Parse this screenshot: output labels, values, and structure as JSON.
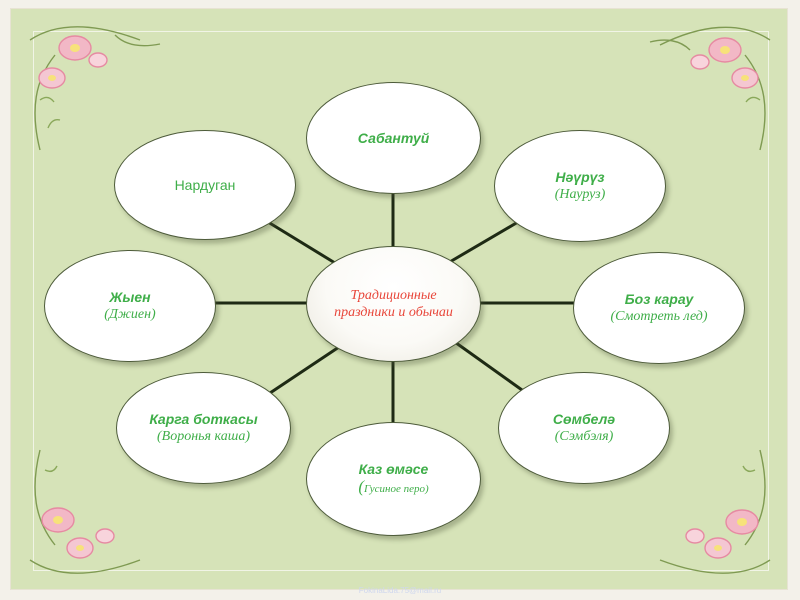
{
  "center": {
    "label": "Традиционные праздники и обычаи"
  },
  "nodes": [
    {
      "key": "sabantuy",
      "label": "Сабантуй",
      "sub": ""
    },
    {
      "key": "nauruz",
      "label": "Нәүрүз",
      "sub": "(Науруз)"
    },
    {
      "key": "boz-karau",
      "label": "Боз карау",
      "sub": "(Смотреть лед)"
    },
    {
      "key": "sombela",
      "label": "Сөмбелә",
      "sub": "(Сэмбэля)"
    },
    {
      "key": "kaz-omase",
      "label": "Каз өмәсе",
      "sub_first": "(",
      "sub_rest": "Гусиное перо)"
    },
    {
      "key": "karga-botkasy",
      "label": "Карга боткасы",
      "sub": "(Воронья каша)"
    },
    {
      "key": "zhyen",
      "label": "Жыен",
      "sub": "(Джиен)"
    },
    {
      "key": "narduhan",
      "label": "Нардуган",
      "sub": ""
    }
  ],
  "footer": "FokinaLida.75@mail.ru",
  "colors": {
    "label": "#3fae49",
    "center_label": "#e8463a",
    "background": "#d6e3b8",
    "connector": "#1e2a14"
  }
}
